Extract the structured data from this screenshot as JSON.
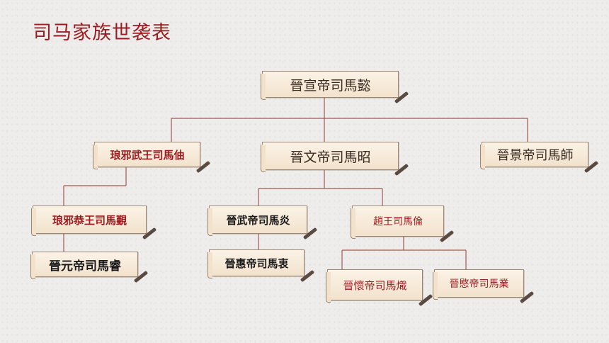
{
  "title": "司马家族世袭表",
  "nodes": {
    "yi": "晉宣帝司馬懿",
    "zhou": "琅邪武王司馬伷",
    "zhao": "晉文帝司馬昭",
    "shi": "晉景帝司馬師",
    "jin": "琅邪恭王司馬覲",
    "yan": "晉武帝司馬炎",
    "lun": "趙王司馬倫",
    "rui": "晉元帝司馬睿",
    "zhong": "晉惠帝司馬衷",
    "chi": "晉懷帝司馬熾",
    "ye": "晉愍帝司馬業"
  }
}
